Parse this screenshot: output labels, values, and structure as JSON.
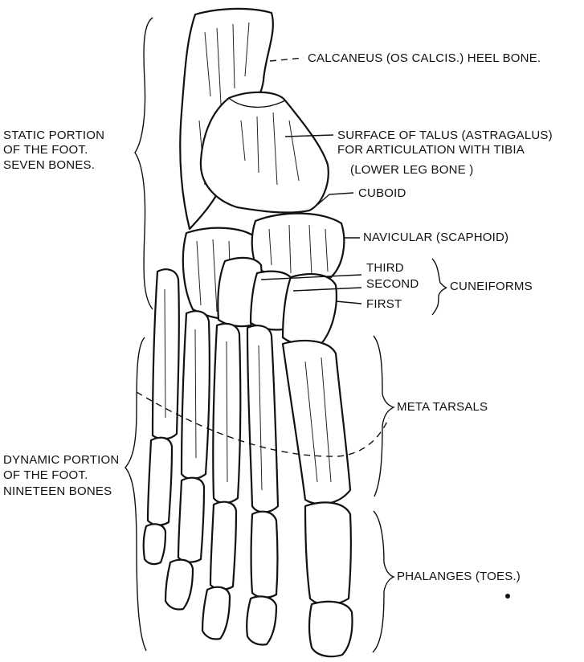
{
  "labels": {
    "calcaneus": "CALCANEUS (OS CALCIS.) HEEL BONE.",
    "talus_line1": "SURFACE OF TALUS (ASTRAGALUS)",
    "talus_line2": "FOR ARTICULATION WITH TIBIA",
    "talus_line3": "(LOWER LEG BONE )",
    "cuboid": "CUBOID",
    "navicular": "NAVICULAR (SCAPHOID)",
    "third": "THIRD",
    "second": "SECOND",
    "first": "FIRST",
    "cuneiforms": "CUNEIFORMS",
    "metatarsals": "META TARSALS",
    "phalanges": "PHALANGES (TOES.)",
    "static_line1": "STATIC PORTION",
    "static_line2": "OF THE FOOT.",
    "static_line3": "SEVEN BONES.",
    "dynamic_line1": "DYNAMIC PORTION",
    "dynamic_line2": "OF THE FOOT.",
    "dynamic_line3": "NINETEEN BONES"
  }
}
